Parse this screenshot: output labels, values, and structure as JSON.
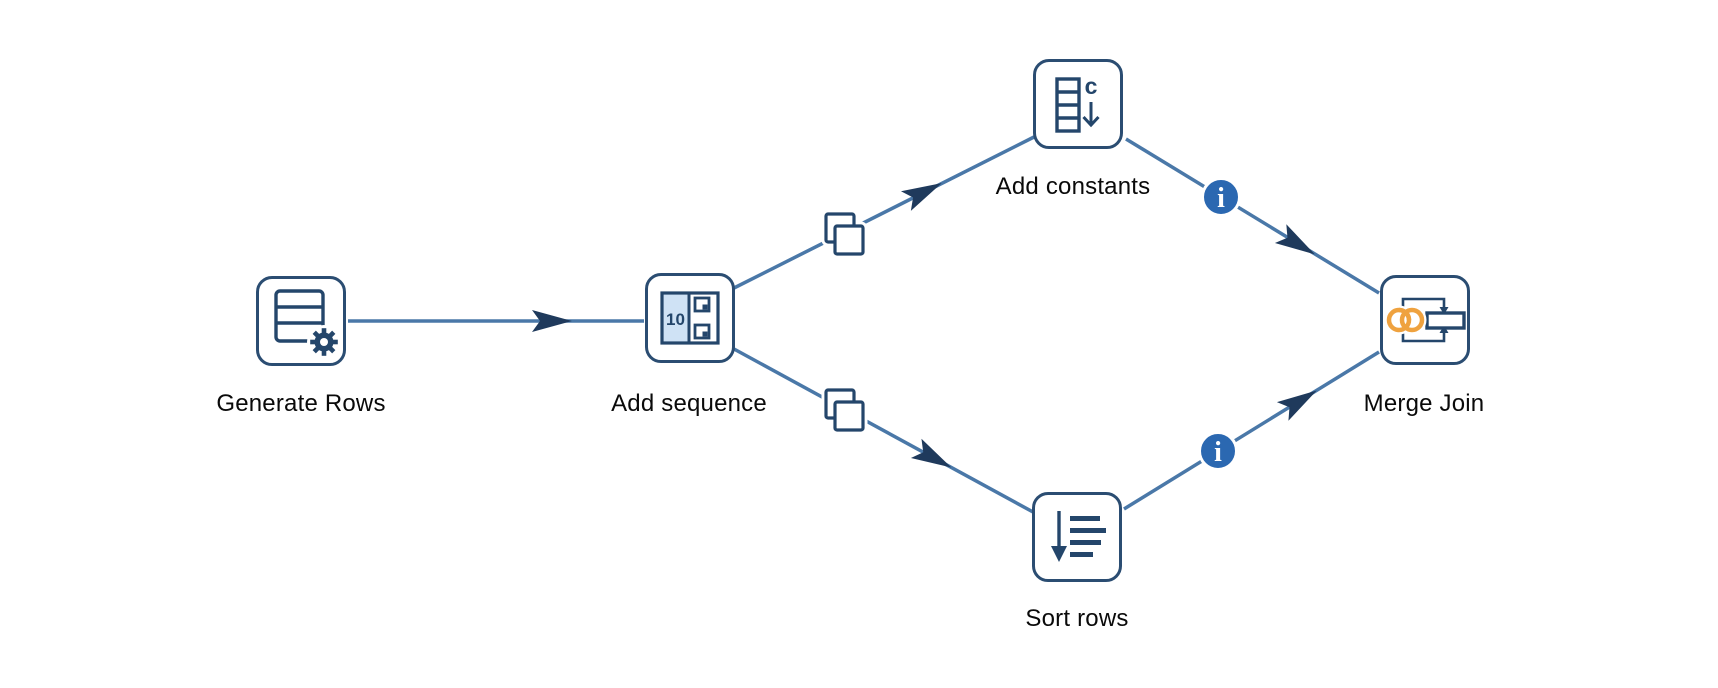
{
  "app": {
    "view": "pipeline-editor-canvas",
    "background": "#ffffff"
  },
  "colors": {
    "node_border": "#2b4d72",
    "hop_line": "#4a78a8",
    "arrowhead": "#1f3a5c",
    "info_badge": "#2b68b1",
    "icon_navy": "#24466b",
    "icon_orange": "#efa23f",
    "icon_light_blue": "#cfe2f5",
    "label_text": "#0a0a0a"
  },
  "nodes": [
    {
      "id": "generate-rows",
      "label": "Generate Rows",
      "icon": "table-rows-gear-icon"
    },
    {
      "id": "add-sequence",
      "label": "Add sequence",
      "icon": "sequence-counter-icon",
      "icon_text": "10"
    },
    {
      "id": "add-constants",
      "label": "Add constants",
      "icon": "column-constant-icon",
      "icon_text": "c"
    },
    {
      "id": "sort-rows",
      "label": "Sort rows",
      "icon": "sort-descending-icon"
    },
    {
      "id": "merge-join",
      "label": "Merge Join",
      "icon": "join-chain-icon"
    }
  ],
  "hops": [
    {
      "from": "generate-rows",
      "to": "add-sequence",
      "badges": []
    },
    {
      "from": "add-sequence",
      "to": "add-constants",
      "badges": [
        "copy-rows-badge"
      ]
    },
    {
      "from": "add-sequence",
      "to": "sort-rows",
      "badges": [
        "copy-rows-badge"
      ]
    },
    {
      "from": "add-constants",
      "to": "merge-join",
      "badges": [
        "info-badge"
      ]
    },
    {
      "from": "sort-rows",
      "to": "merge-join",
      "badges": [
        "info-badge"
      ]
    }
  ]
}
